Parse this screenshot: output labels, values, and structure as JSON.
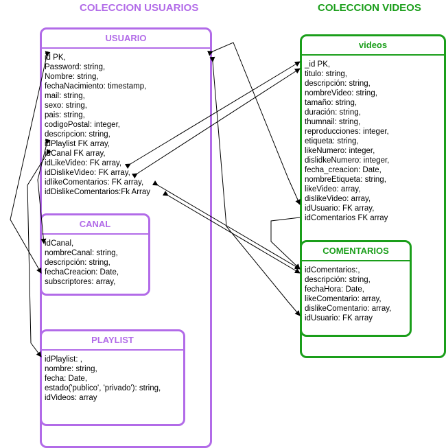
{
  "titles": {
    "usuarios": "COLECCION USUARIOS",
    "videos": "COLECCION VIDEOS"
  },
  "usuario": {
    "title": "USUARIO",
    "fields": [
      "id PK,",
      "Password: string,",
      "Nombre: string,",
      "fechaNacimiento: timestamp,",
      "mail: string,",
      "sexo: string,",
      "pais: string,",
      "codigoPostal: integer,",
      "descripcion: string,",
      "idPlaylist FK array,",
      "idCanal FK array,",
      "idLikeVideo: FK array,",
      "idDislikeVideo: FK array,",
      "idlikeComentarios: FK  array,",
      "idDislikeComentarios:Fk  Array"
    ]
  },
  "canal": {
    "title": "CANAL",
    "fields": [
      "idCanal,",
      "nombreCanal: string,",
      "descripción: string,",
      "fechaCreacion: Date,",
      "subscriptores: array,"
    ]
  },
  "playlist": {
    "title": "PLAYLIST",
    "fields": [
      "idPlaylist: ,",
      "nombre: string,",
      "fecha: Date,",
      "estado('publico', 'privado'): string,",
      "idVideos: array"
    ]
  },
  "videos": {
    "title": "videos",
    "fields": [
      "_id  PK,",
      "titulo: string,",
      "descripción: string,",
      "nombreVideo: string,",
      "tamaño: string,",
      "duración: string,",
      "thumnail: string,",
      "reproducciones: integer,",
      "etiqueta: string,",
      "likeNumero: integer,",
      "dislidkeNumero: integer,",
      "fecha_creacion: Date,",
      "nombreEtiqueta: string,",
      "likeVideo: array,",
      "dislikeVideo: array,",
      "idUsuario: FK array,",
      "idComentarios FK array"
    ]
  },
  "comentarios": {
    "title": "COMENTARIOS",
    "fields": [
      "idComentarios:,",
      "descripción: string,",
      "fechaHora: Date,",
      "likeComentario: array,",
      "dislikeComentario: array,",
      "idUsuario: FK array"
    ]
  },
  "colors": {
    "usuarios": "#b26be8",
    "videos": "#1a9e1a"
  }
}
